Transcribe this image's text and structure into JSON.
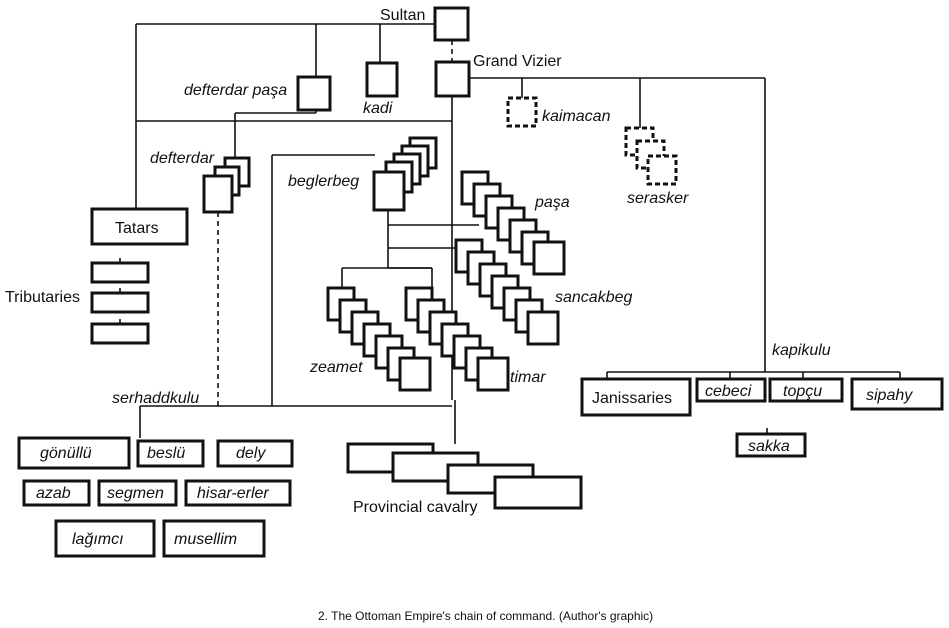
{
  "caption": "2. The Ottoman Empire's chain of command. (Author's graphic)",
  "labels": {
    "sultan": "Sultan",
    "grand_vizier": "Grand Vizier",
    "defterdar_pasa": "defterdar paşa",
    "kadi": "kadi",
    "kaimacan": "kaimacan",
    "defterdar": "defterdar",
    "beglerbeg": "beglerbeg",
    "pasa": "paşa",
    "serasker": "serasker",
    "tatars": "Tatars",
    "tributaries": "Tributaries",
    "sancakbeg": "sancakbeg",
    "zeamet": "zeamet",
    "timar": "timar",
    "serhaddkulu": "serhaddkulu",
    "kapikulu": "kapikulu",
    "provincial_cavalry": "Provincial cavalry"
  },
  "kapikulu_units": {
    "janissaries": "Janissaries",
    "cebeci": "cebeci",
    "topcu": "topçu",
    "sipahy": "sipahy",
    "sakka": "sakka"
  },
  "serhaddkulu_units": {
    "gonullu": "gönüllü",
    "beslu": "beslü",
    "dely": "dely",
    "azab": "azab",
    "segmen": "segmen",
    "hisar_erler": "hisar-erler",
    "lagimci": "lağımcı",
    "musellim": "musellim"
  }
}
